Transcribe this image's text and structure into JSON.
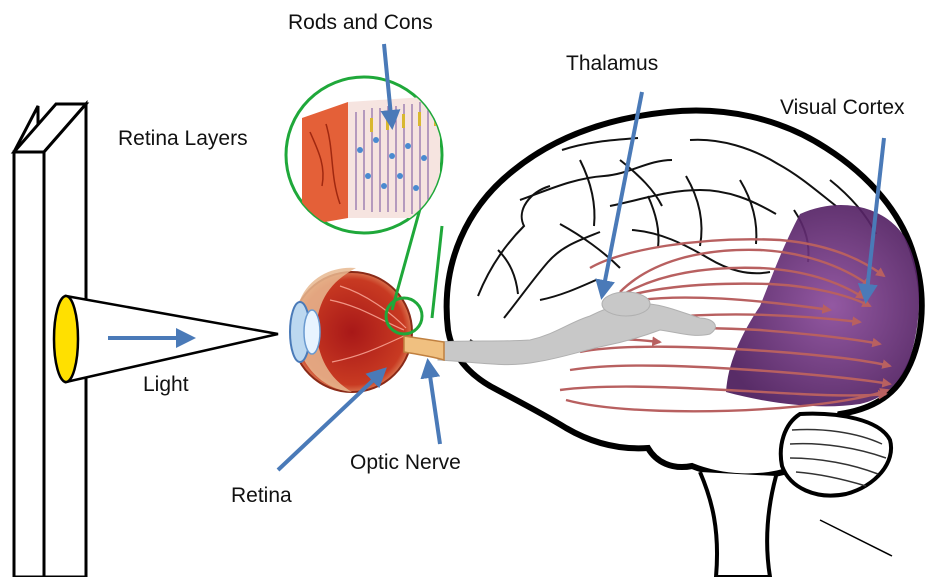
{
  "labels": {
    "rods_and_cons": "Rods and Cons",
    "retina_layers": "Retina Layers",
    "thalamus": "Thalamus",
    "visual_cortex": "Visual Cortex",
    "light": "Light",
    "optic_nerve": "Optic Nerve",
    "retina": "Retina"
  },
  "colors": {
    "arrow": "#4a7ab8",
    "light_source": "#ffe000",
    "callout_circle": "#1fa83a",
    "visual_cortex": "#6a2a7a",
    "optic_pathway": "#c8c8c8",
    "radiation_arrows": "#b86060",
    "eye_sclera": "#d84a2a"
  }
}
